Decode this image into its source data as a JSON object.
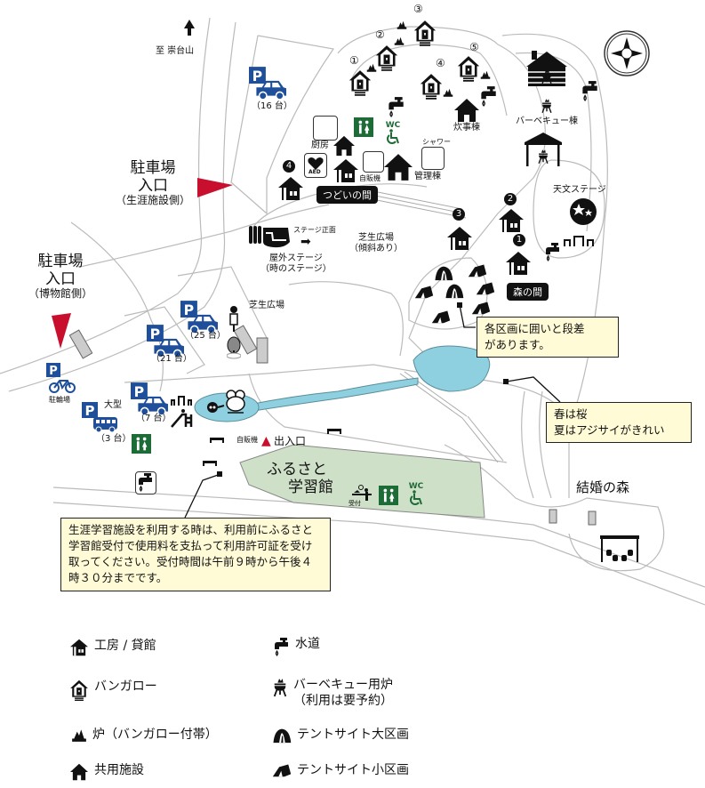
{
  "map": {
    "direction_label": "至 崇台山",
    "parking_entrance_lifelong": {
      "line1": "駐車場",
      "line2": "入口",
      "line3": "（生涯施設側）"
    },
    "parking_entrance_museum": {
      "line1": "駐車場",
      "line2": "入口",
      "line3": "（博物館側）"
    },
    "parking_lots": [
      {
        "id": "p16",
        "label": "（16 台）",
        "type": "car"
      },
      {
        "id": "p25",
        "label": "（25 台）",
        "type": "car"
      },
      {
        "id": "p21",
        "label": "（21 台）",
        "type": "car"
      },
      {
        "id": "p7",
        "label": "（7 台）",
        "type": "car"
      },
      {
        "id": "pbus",
        "label": "（3 台）",
        "sub": "大型",
        "type": "bus"
      },
      {
        "id": "pbike",
        "label": "駐輪場",
        "type": "bicycle"
      }
    ],
    "bungalows": [
      "①",
      "②",
      "③",
      "④",
      "⑤"
    ],
    "labels": {
      "kitchen": "厨房",
      "aed": "AED",
      "wc": "WC",
      "vending": "自販機",
      "shower": "シャワー",
      "management": "管理棟",
      "cooking": "炊事棟",
      "bbq": "バーベキュー棟",
      "astro": "天文ステージ",
      "stage_front": "ステージ正面",
      "outdoor_stage_1": "屋外ステージ",
      "outdoor_stage_2": "（時のステージ）",
      "lawn_slope_1": "芝生広場",
      "lawn_slope_2": "（傾斜あり）",
      "lawn": "芝生広場",
      "tsudoi": "つどいの間",
      "mori": "森の間",
      "hall_1": "ふるさと",
      "hall_2": "学習館",
      "reception": "受付",
      "entrance": "出入口",
      "vending2": "自販機",
      "wedding_forest": "結婚の森",
      "num1": "1",
      "num2": "2",
      "num3": "3",
      "num4": "4"
    },
    "notes": {
      "tent": "各区画に囲いと段差\nがあります。",
      "season_1": "春は桜",
      "season_2": "夏はアジサイがきれい",
      "usage": "生涯学習施設を利用する時は、利用前にふるさと学習館受付で使用料を支払って利用許可証を受け取ってください。受付時間は午前９時から午後４時３０分までです。"
    },
    "colors": {
      "parking": "#1f4f9a",
      "entry": "#c8102e",
      "toilet": "#1d6b36",
      "water": "#8fd0e0",
      "hall": "#cfe0c8",
      "note": "#fffbd6"
    }
  },
  "legend": [
    {
      "icon": "workshop-icon",
      "label": "工房 / 貸館"
    },
    {
      "icon": "faucet-icon",
      "label": "水道"
    },
    {
      "icon": "bungalow-icon",
      "label": "バンガロー"
    },
    {
      "icon": "bbq-grill-icon",
      "label": "バーベキュー用炉",
      "label2": "（利用は要予約）"
    },
    {
      "icon": "fire-pit-icon",
      "label": "炉（バンガロー付帯）"
    },
    {
      "icon": "tent-large-icon",
      "label": "テントサイト大区画"
    },
    {
      "icon": "shared-facility-icon",
      "label": "共用施設"
    },
    {
      "icon": "tent-small-icon",
      "label": "テントサイト小区画"
    }
  ]
}
